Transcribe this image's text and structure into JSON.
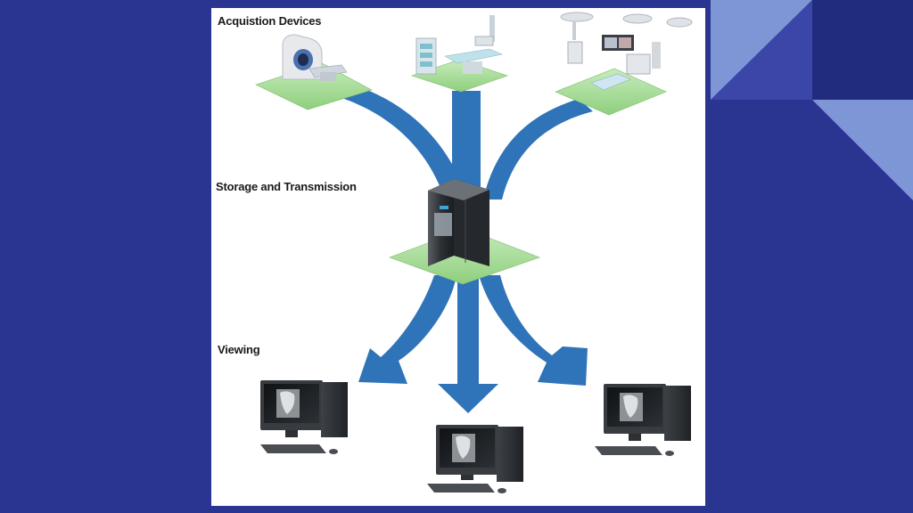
{
  "diagram": {
    "sections": [
      {
        "key": "acquisition",
        "label": "Acquistion Devices"
      },
      {
        "key": "storage",
        "label": "Storage and Transmission"
      },
      {
        "key": "viewing",
        "label": "Viewing"
      }
    ]
  },
  "colors": {
    "slide_background": "#2a3591",
    "accent_light": "#7f96d6",
    "accent_mid": "#3a47a8",
    "accent_dark": "#222c7e",
    "arrow_blue": "#2f74b8",
    "platform_green": "#9fd88f"
  },
  "icons": {
    "acquisition_devices": [
      "ct-scanner-icon",
      "x-ray-table-icon",
      "angiography-suite-icon"
    ],
    "storage": "pacs-server-icon",
    "viewing": [
      "workstation-icon",
      "workstation-icon",
      "workstation-icon"
    ]
  }
}
